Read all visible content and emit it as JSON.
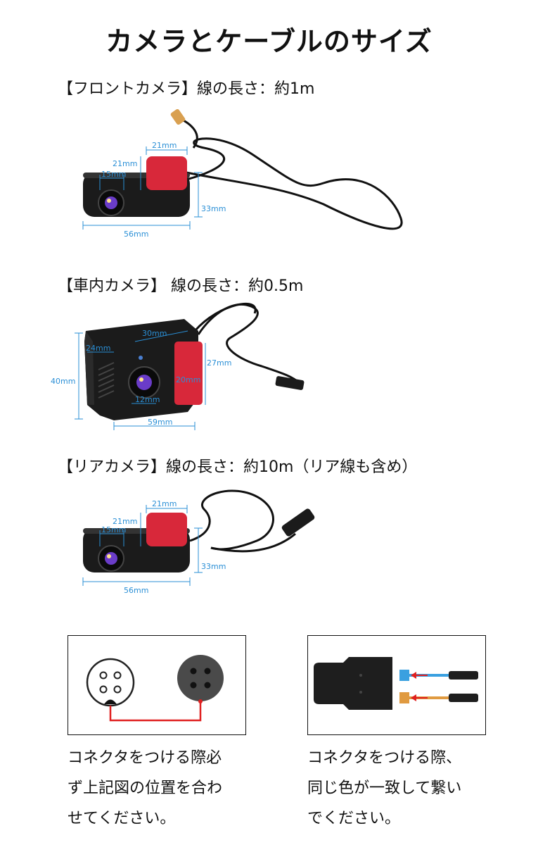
{
  "page": {
    "title": "カメラとケーブルのサイズ"
  },
  "sections": [
    {
      "label": "【フロントカメラ】線の長さ：約1m",
      "dimensions": {
        "top_width": "21mm",
        "side": "21mm",
        "lens": "15mm",
        "height": "33mm",
        "width": "56mm"
      }
    },
    {
      "label": "【車内カメラ】 線の長さ：約0.5m",
      "dimensions": {
        "top": "30mm",
        "left": "24mm",
        "side": "27mm",
        "mount": "20mm",
        "lens": "12mm",
        "height": "40mm",
        "width": "59mm"
      }
    },
    {
      "label": "【リアカメラ】線の長さ：約10m（リア線も含め）",
      "dimensions": {
        "top_width": "21mm",
        "side": "21mm",
        "lens": "15mm",
        "height": "33mm",
        "width": "56mm"
      }
    }
  ],
  "notes": [
    {
      "lines": [
        "コネクタをつける際必",
        "ず上記図の位置を合わ",
        "せてください。"
      ]
    },
    {
      "lines": [
        "コネクタをつける際、",
        "同じ色が一致して繋い",
        "でください。"
      ]
    }
  ],
  "colors": {
    "dimension_line": "#2a8fd6",
    "mount_red": "#d8283a",
    "connector_line": "#e02020"
  }
}
